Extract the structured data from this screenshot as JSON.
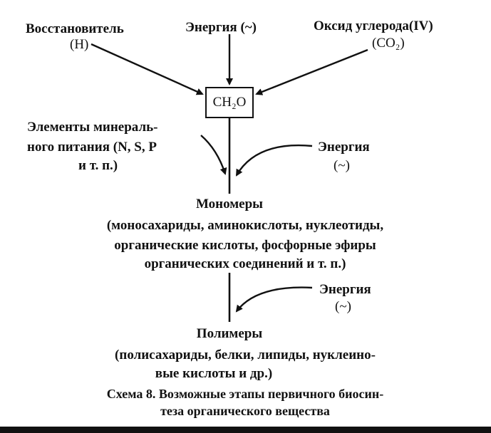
{
  "top": {
    "reducer_label": "Восстановитель",
    "reducer_symbol": "(H)",
    "energy_label": "Энергия (~)",
    "oxide_label": "Оксид углерода(IV)",
    "oxide_formula": "(CO₂)"
  },
  "center_box": {
    "formula": "CH₂O"
  },
  "mineral": {
    "line1": "Элементы минераль-",
    "line2": "ного питания (N, S, P",
    "line3": "и т. п.)"
  },
  "energy_right_1": {
    "label": "Энергия",
    "symbol": "(~)"
  },
  "monomers": {
    "title": "Мономеры",
    "line1": "(моносахариды, аминокислоты, нуклеотиды,",
    "line2": "органические кислоты, фосфорные эфиры",
    "line3": "органических соединений и т. п.)"
  },
  "energy_right_2": {
    "label": "Энергия",
    "symbol": "(~)"
  },
  "polymers": {
    "title": "Полимеры",
    "line1": "(полисахариды, белки, липиды, нуклеино-",
    "line2": "вые кислоты и др.)"
  },
  "caption": {
    "line1": "Схема 8. Возможные этапы первичного биосин-",
    "line2": "теза органического вещества"
  }
}
